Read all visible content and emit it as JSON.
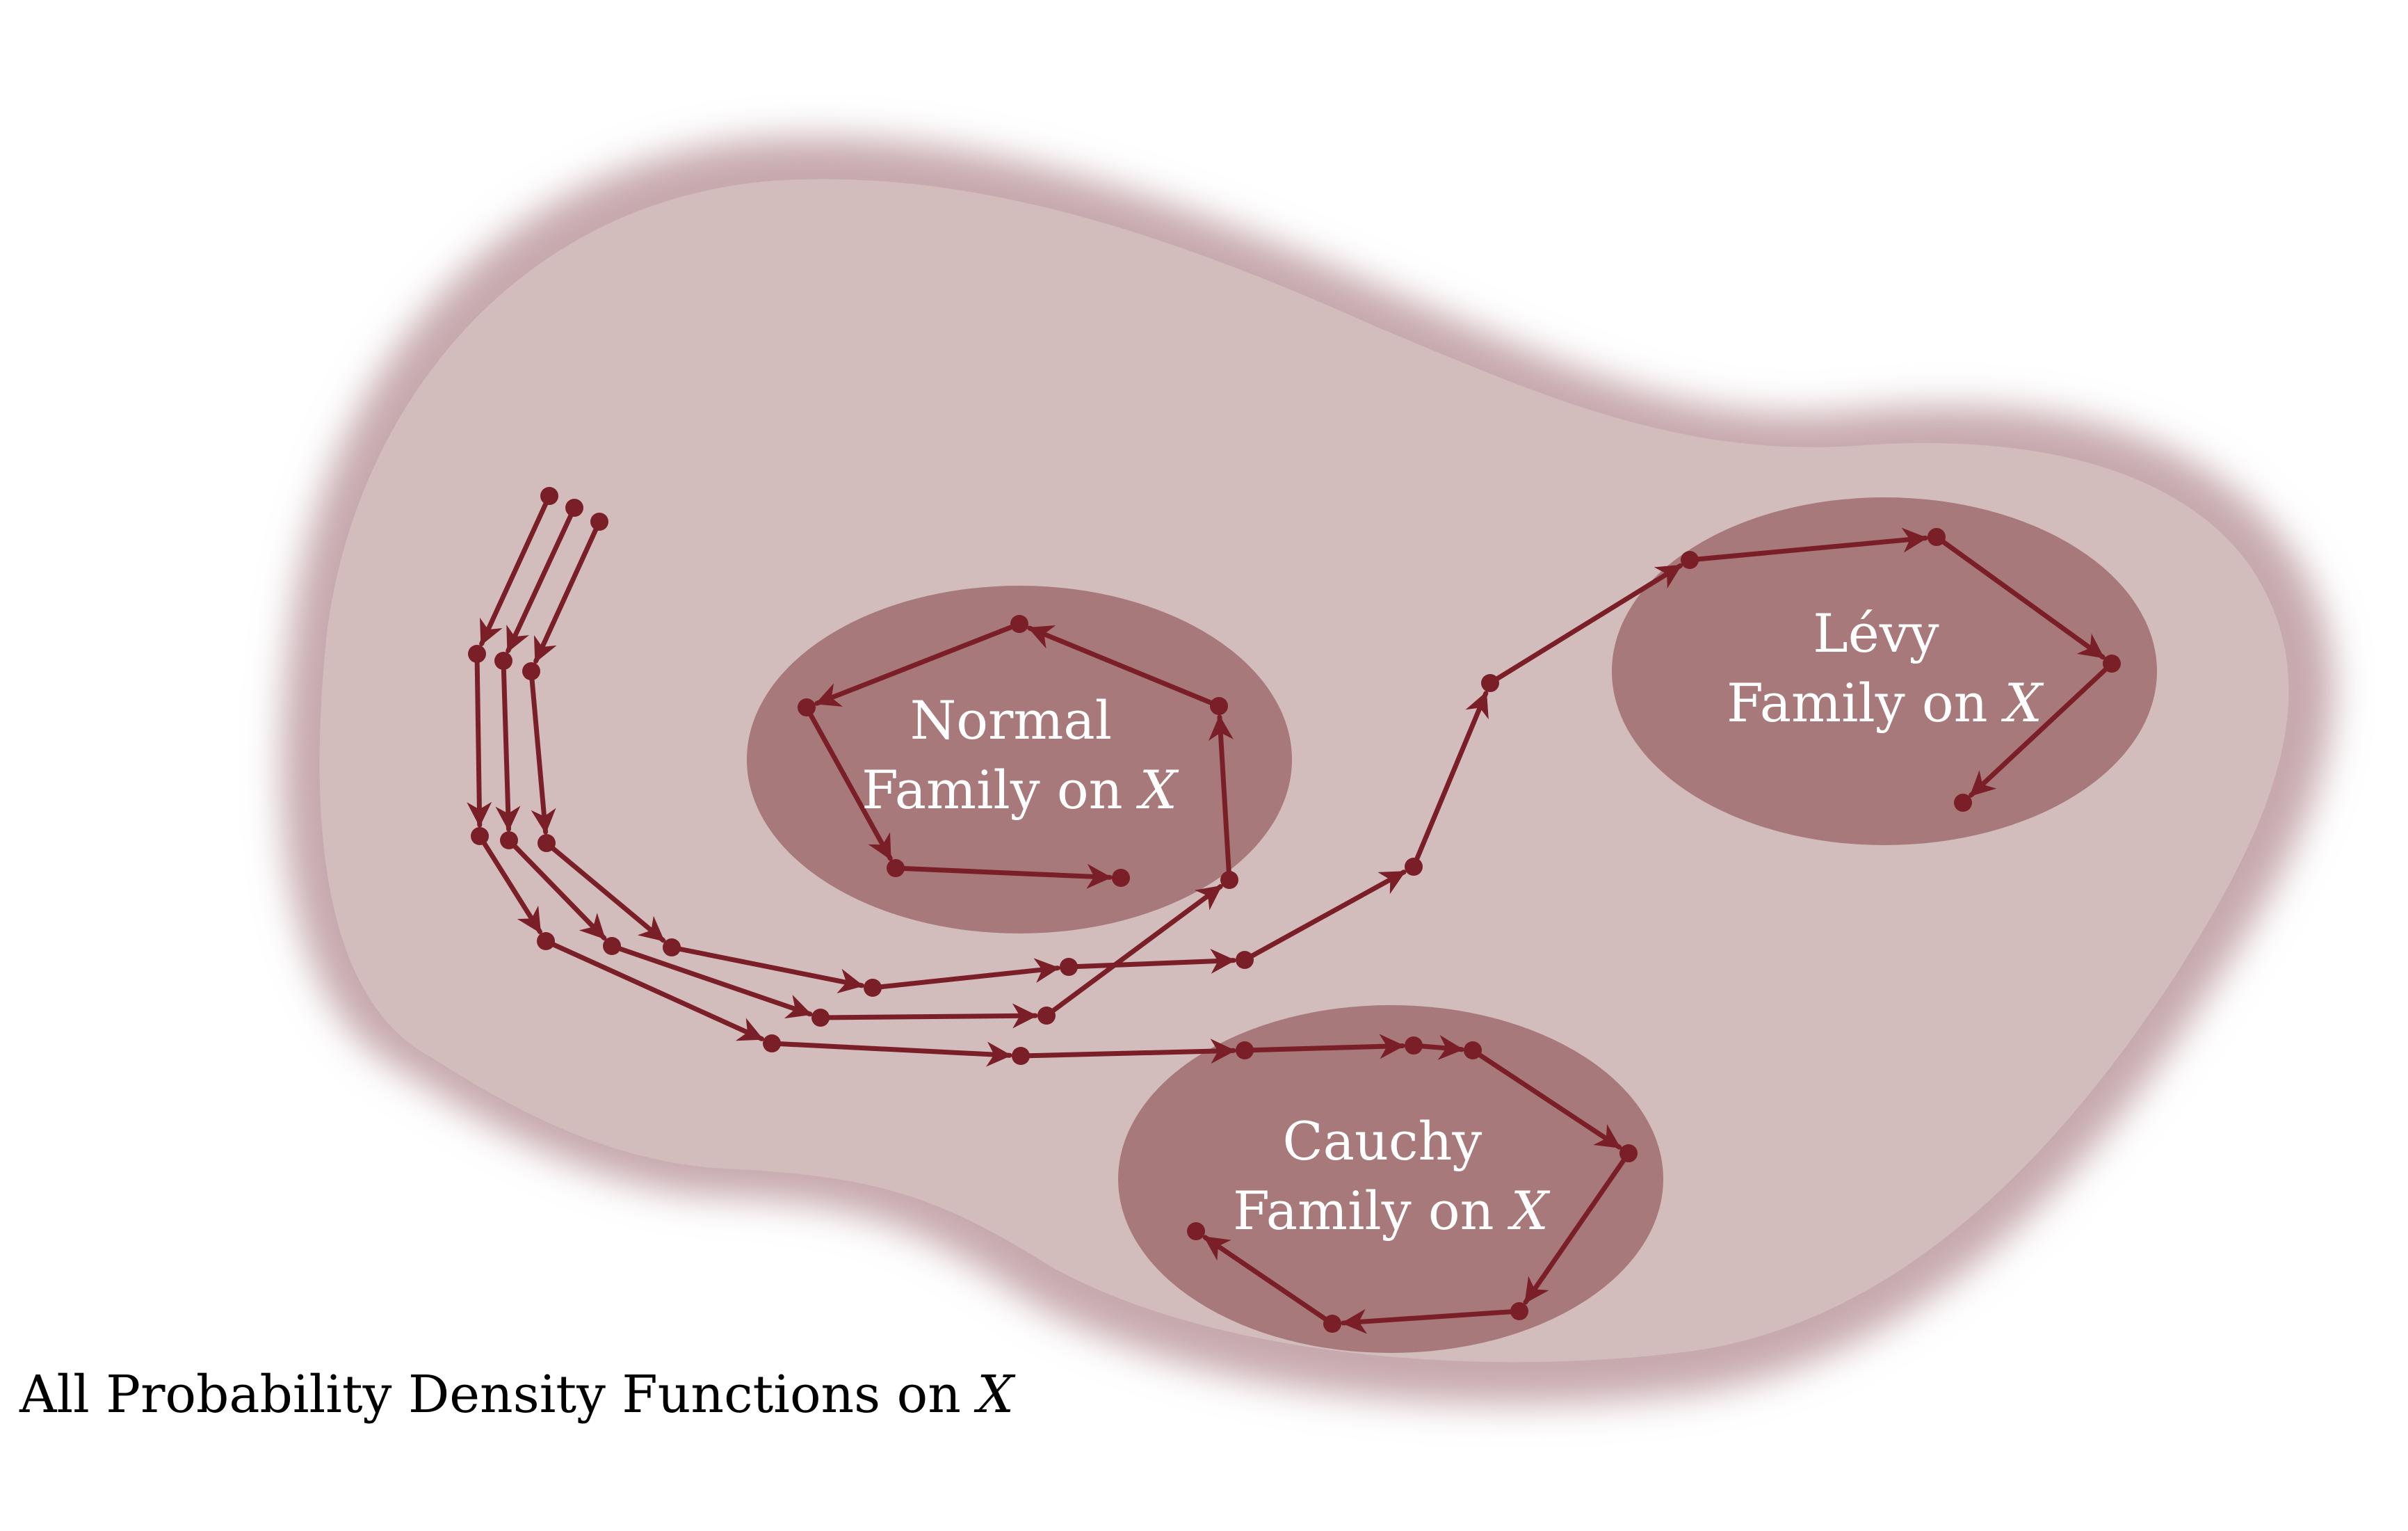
{
  "universe": {
    "label_text": "All Probability Density Functions on",
    "label_var": "X"
  },
  "families": [
    {
      "name": "Normal",
      "line2_text": "Family on",
      "var": "X"
    },
    {
      "name": "Lévy",
      "line2_text": "Family on",
      "var": "X"
    },
    {
      "name": "Cauchy",
      "line2_text": "Family on",
      "var": "X"
    }
  ],
  "colors": {
    "region_fill": "#d2bcbc",
    "region_glow": "#c6a9ad",
    "family_fill": "#a8797a",
    "path_color": "#7a1f27",
    "label_white": "#ffffff",
    "label_dark": "#000000"
  }
}
